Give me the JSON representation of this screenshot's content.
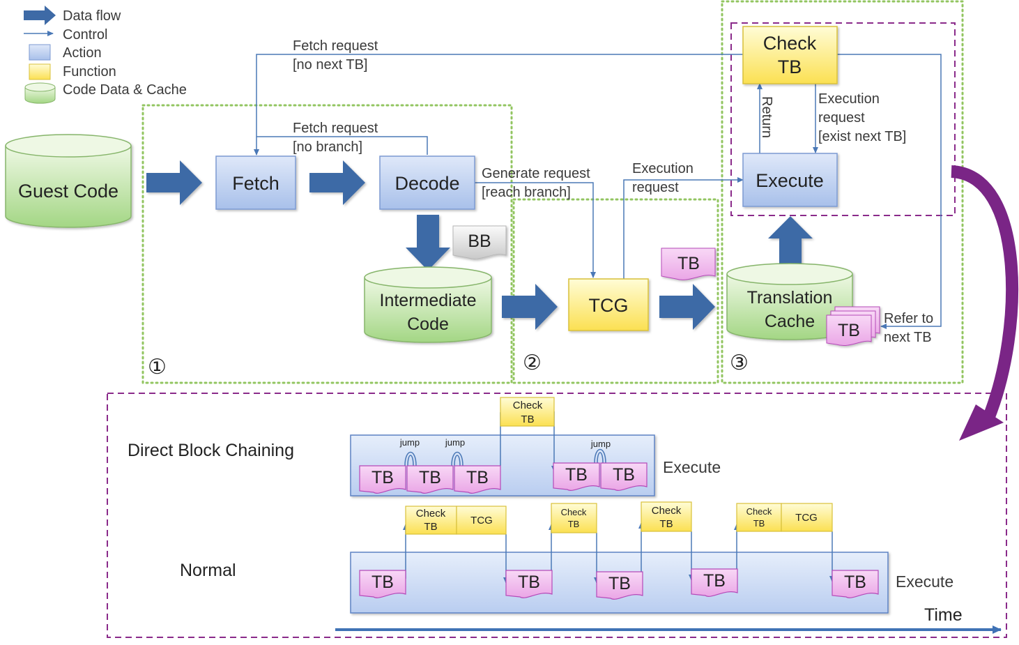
{
  "legend": {
    "items": [
      {
        "label": "Data flow",
        "icon": "block-arrow-icon"
      },
      {
        "label": "Control",
        "icon": "thin-arrow-icon"
      },
      {
        "label": "Action",
        "icon": "blue-box-icon"
      },
      {
        "label": "Function",
        "icon": "yellow-box-icon"
      },
      {
        "label": "Code Data & Cache",
        "icon": "cylinder-icon"
      }
    ]
  },
  "nodes": {
    "guest_code": "Guest Code",
    "fetch": "Fetch",
    "decode": "Decode",
    "bb": "BB",
    "intermediate_code": [
      "Intermediate",
      "Code"
    ],
    "tcg": "TCG",
    "tb": "TB",
    "translation_cache": [
      "Translation",
      "Cache"
    ],
    "check_tb": [
      "Check",
      "TB"
    ],
    "execute": "Execute"
  },
  "edge_labels": {
    "fetch_no_next": [
      "Fetch request",
      "[no next TB]"
    ],
    "fetch_no_branch": [
      "Fetch request",
      "[no branch]"
    ],
    "generate_request": [
      "Generate request",
      "[reach branch]"
    ],
    "execution_request_tcg": [
      "Execution",
      "request"
    ],
    "execution_request_check": [
      "Execution",
      "request",
      "[exist next TB]"
    ],
    "return": "Return",
    "refer_next": [
      "Refer to",
      "next TB"
    ]
  },
  "stages": [
    "①",
    "②",
    "③"
  ],
  "timeline": {
    "direct_label": "Direct Block Chaining",
    "normal_label": "Normal",
    "execute_label": "Execute",
    "time_label": "Time",
    "jump": "jump",
    "tb": "TB",
    "check_tb": [
      "Check",
      "TB"
    ],
    "tcg": "TCG"
  },
  "colors": {
    "action_top": "#dce6f8",
    "action_bottom": "#a9c1ec",
    "action_border": "#7c9ad2",
    "function_top": "#fffbd0",
    "function_bottom": "#fbe25a",
    "function_border": "#d8c03a",
    "cache_top": "#ecf7df",
    "cache_bottom": "#a8d98a",
    "cache_border": "#86b56a",
    "tb_fill": "#f0b8ec",
    "tb_border": "#b549b8",
    "arrow_blue": "#3e6aa6",
    "control_line": "#4a78b6",
    "stage_border": "#92c560",
    "exec_border": "#8a2a8a",
    "curve_arrow": "#7a2586"
  }
}
